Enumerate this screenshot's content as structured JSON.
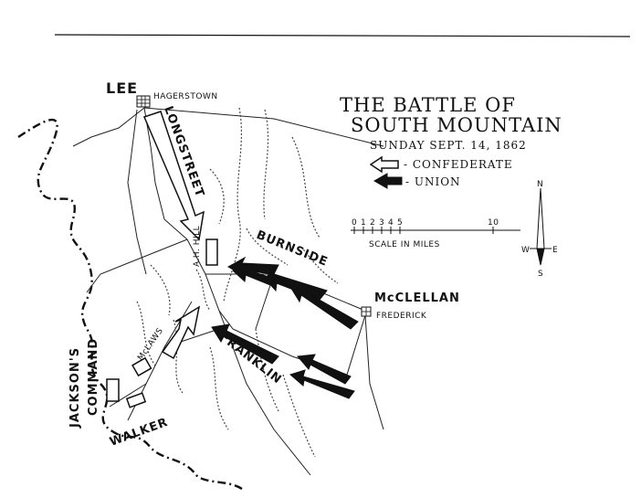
{
  "title": {
    "line1": "THE BATTLE OF",
    "line2": "SOUTH MOUNTAIN",
    "date": "SUNDAY SEPT. 14, 1862"
  },
  "legend": {
    "confederate_label": "- CONFEDERATE",
    "union_label": "- UNION",
    "confederate_symbol": "hollow-arrow-icon",
    "union_symbol": "solid-arrow-icon"
  },
  "scale": {
    "label": "SCALE IN MILES",
    "ticks": [
      "0",
      "1",
      "2",
      "3",
      "4",
      "5",
      "10"
    ],
    "tick_miles": [
      0,
      1,
      2,
      3,
      4,
      5,
      10
    ]
  },
  "compass": {
    "n": "N",
    "s": "S",
    "e": "E",
    "w": "W"
  },
  "places": {
    "lee": "LEE",
    "hagerstown": "HAGERSTOWN",
    "mcclellan": "McCLELLAN",
    "frederick": "FREDERICK"
  },
  "units": {
    "longstreet": "LONGSTREET",
    "ah_hill": "A.H. HILL",
    "burnside": "BURNSIDE",
    "mclaws": "McLAWS",
    "franklin": "FRANKLIN",
    "jackson_line1": "JACKSON'S",
    "jackson_line2": "COMMAND",
    "walker": "WALKER"
  },
  "colors": {
    "ink": "#111111",
    "paper": "#ffffff"
  }
}
